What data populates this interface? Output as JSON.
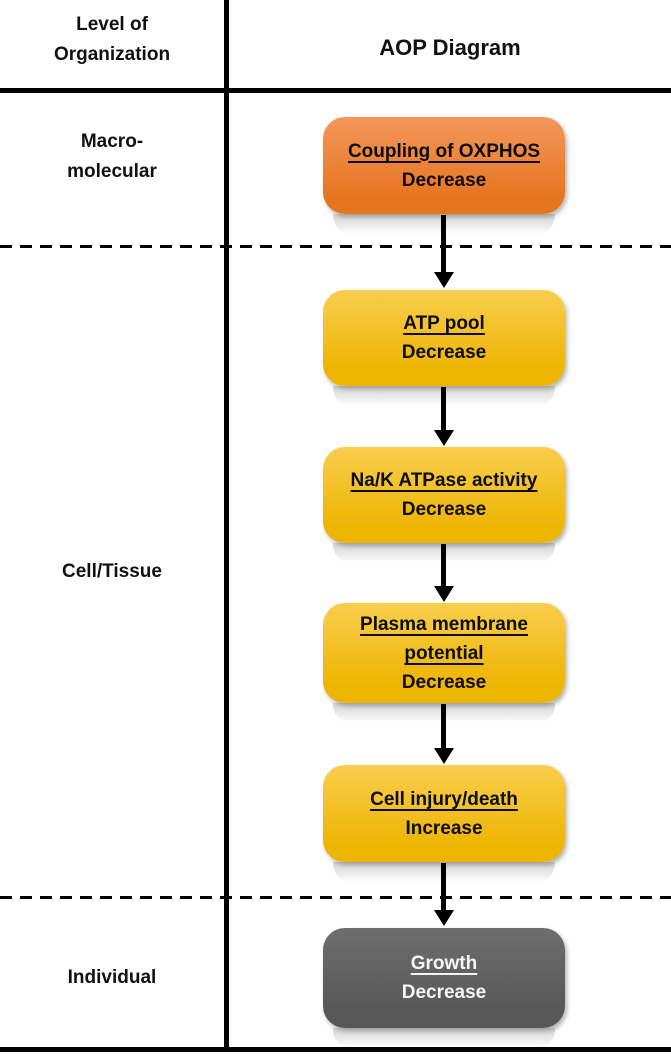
{
  "header": {
    "left_title": "Level of\nOrganization",
    "right_title": "AOP Diagram"
  },
  "levels": [
    {
      "label": "Macro-\nmolecular"
    },
    {
      "label": "Cell/Tissue"
    },
    {
      "label": "Individual"
    }
  ],
  "nodes": [
    {
      "title": "Coupling of OXPHOS",
      "change": "Decrease",
      "level": "Macro-molecular"
    },
    {
      "title": "ATP pool",
      "change": "Decrease",
      "level": "Cell/Tissue"
    },
    {
      "title": "Na/K ATPase activity",
      "change": "Decrease",
      "level": "Cell/Tissue"
    },
    {
      "title": "Plasma membrane potential",
      "change": "Decrease",
      "level": "Cell/Tissue"
    },
    {
      "title": "Cell injury/death",
      "change": "Increase",
      "level": "Cell/Tissue"
    },
    {
      "title": "Growth",
      "change": "Decrease",
      "level": "Individual"
    }
  ],
  "colors": {
    "orange_top": "#F2975C",
    "orange_bottom": "#E7741F",
    "gold_top": "#F9CE4E",
    "gold_bottom": "#EDB400",
    "gray_top": "#6E6E6E",
    "gray_bottom": "#575757",
    "line": "#000000"
  }
}
